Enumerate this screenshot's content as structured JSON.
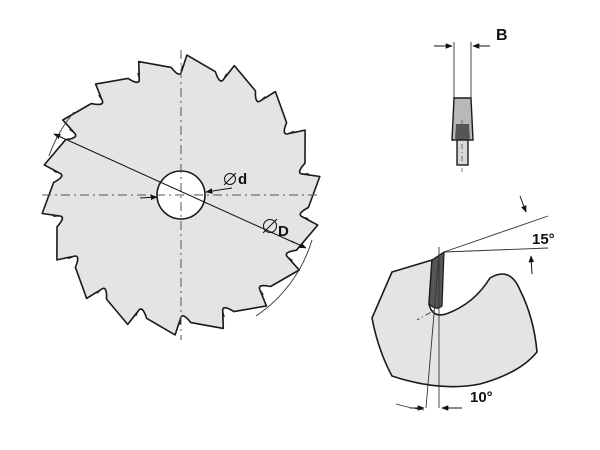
{
  "labels": {
    "bore_diameter": "d",
    "outer_diameter": "D",
    "kerf_width": "B",
    "clearance_angle": "15°",
    "hook_angle": "10°"
  },
  "blade": {
    "tooth_count": 18
  },
  "colors": {
    "fill": "#e4e4e4",
    "stroke": "#1a1a1a",
    "tip": "#555555",
    "dash": "#555555"
  }
}
